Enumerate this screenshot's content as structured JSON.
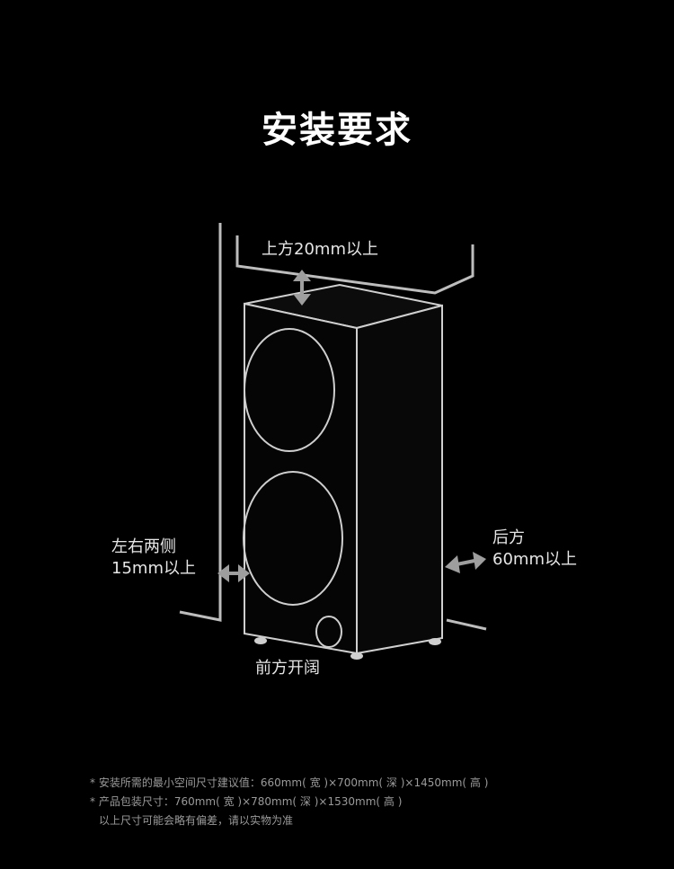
{
  "title": "安装要求",
  "labels": {
    "top": "上方20mm以上",
    "side_line1": "左右两侧",
    "side_line2": "15mm以上",
    "back_line1": "后方",
    "back_line2": "60mm以上",
    "front": "前方开阔"
  },
  "footnotes": {
    "line1": "* 安装所需的最小空间尺寸建议值：660mm( 宽 )×700mm( 深 )×1450mm( 高 )",
    "line2": "* 产品包装尺寸：760mm( 宽 )×780mm( 深 )×1530mm( 高 )",
    "line3": "以上尺寸可能会略有偏差，请以实物为准"
  },
  "colors": {
    "background": "#000000",
    "line": "#bdbdbd",
    "arrow": "#9e9e9e",
    "text": "#ffffff",
    "note": "#9a9a9a"
  },
  "icons": {
    "clearance_arrow": "double-headed-arrow-icon"
  }
}
